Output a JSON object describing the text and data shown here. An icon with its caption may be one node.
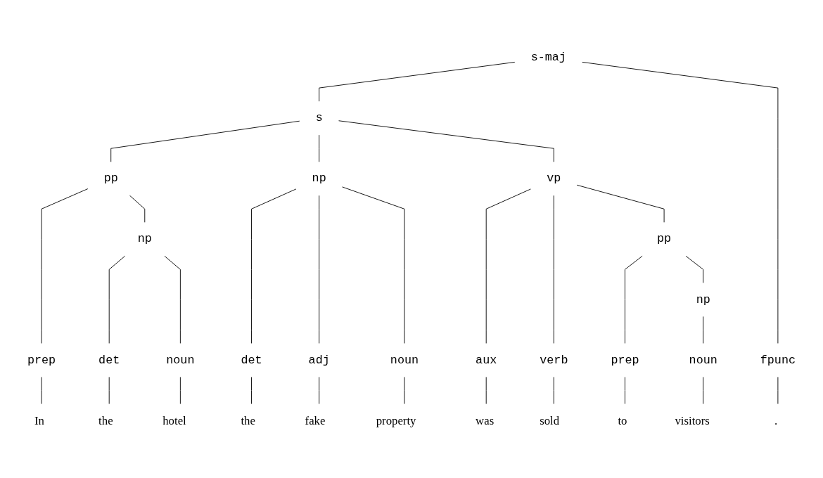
{
  "diagram": {
    "nodes": [
      {
        "text": [
          "s-maj"
        ]
      },
      {
        "text": [
          "s"
        ]
      },
      {
        "text": [
          "vp"
        ]
      },
      {
        "text": [
          "pp"
        ]
      },
      {
        "text": [
          "pp"
        ]
      },
      {
        "text": [
          "np"
        ]
      },
      {
        "text": [
          "np"
        ]
      },
      {
        "text": [
          "np"
        ]
      },
      {
        "text": [
          "prep"
        ]
      },
      {
        "text": [
          "det"
        ]
      },
      {
        "text": [
          "noun"
        ]
      },
      {
        "text": [
          "det"
        ]
      },
      {
        "text": [
          "adj"
        ]
      },
      {
        "text": [
          "noun"
        ]
      },
      {
        "text": [
          "aux"
        ]
      },
      {
        "text": [
          "verb"
        ]
      },
      {
        "text": [
          "prep"
        ]
      },
      {
        "text": [
          "noun"
        ]
      },
      {
        "text": [
          "fpunc"
        ]
      },
      {
        "text": [
          "In"
        ]
      },
      {
        "text": [
          "the"
        ]
      },
      {
        "text": [
          "hotel"
        ]
      },
      {
        "text": [
          "the"
        ]
      },
      {
        "text": [
          "fake"
        ]
      },
      {
        "text": [
          "property"
        ]
      },
      {
        "text": [
          "was"
        ]
      },
      {
        "text": [
          "sold"
        ]
      },
      {
        "text": [
          "to"
        ]
      },
      {
        "text": [
          "visitors"
        ]
      },
      {
        "text": [
          "."
        ]
      }
    ],
    "edges": [
      {
        "from": 0,
        "to": 1,
        "arrow": "none"
      },
      {
        "from": 0,
        "to": 18,
        "arrow": "none"
      },
      {
        "from": 1,
        "to": 3,
        "arrow": "none"
      },
      {
        "from": 1,
        "to": 6,
        "arrow": "none"
      },
      {
        "from": 1,
        "to": 2,
        "arrow": "none"
      },
      {
        "from": 3,
        "to": 8,
        "arrow": "none"
      },
      {
        "from": 3,
        "to": 5,
        "arrow": "none"
      },
      {
        "from": 5,
        "to": 9,
        "arrow": "none"
      },
      {
        "from": 5,
        "to": 10,
        "arrow": "none"
      },
      {
        "from": 6,
        "to": 11,
        "arrow": "none"
      },
      {
        "from": 6,
        "to": 12,
        "arrow": "none"
      },
      {
        "from": 6,
        "to": 13,
        "arrow": "none"
      },
      {
        "from": 2,
        "to": 14,
        "arrow": "none"
      },
      {
        "from": 2,
        "to": 15,
        "arrow": "none"
      },
      {
        "from": 2,
        "to": 4,
        "arrow": "none"
      },
      {
        "from": 4,
        "to": 16,
        "arrow": "none"
      },
      {
        "from": 4,
        "to": 7,
        "arrow": "none"
      },
      {
        "from": 7,
        "to": 17,
        "arrow": "none"
      },
      {
        "from": 8,
        "to": 19,
        "arrow": "none"
      },
      {
        "from": 9,
        "to": 20,
        "arrow": "none"
      },
      {
        "from": 10,
        "to": 21,
        "arrow": "none"
      },
      {
        "from": 11,
        "to": 22,
        "arrow": "none"
      },
      {
        "from": 12,
        "to": 23,
        "arrow": "none"
      },
      {
        "from": 13,
        "to": 24,
        "arrow": "none"
      },
      {
        "from": 14,
        "to": 25,
        "arrow": "none"
      },
      {
        "from": 15,
        "to": 26,
        "arrow": "none"
      },
      {
        "from": 16,
        "to": 27,
        "arrow": "none"
      },
      {
        "from": 17,
        "to": 28,
        "arrow": "none"
      },
      {
        "from": 18,
        "to": 29,
        "arrow": "none"
      }
    ]
  }
}
